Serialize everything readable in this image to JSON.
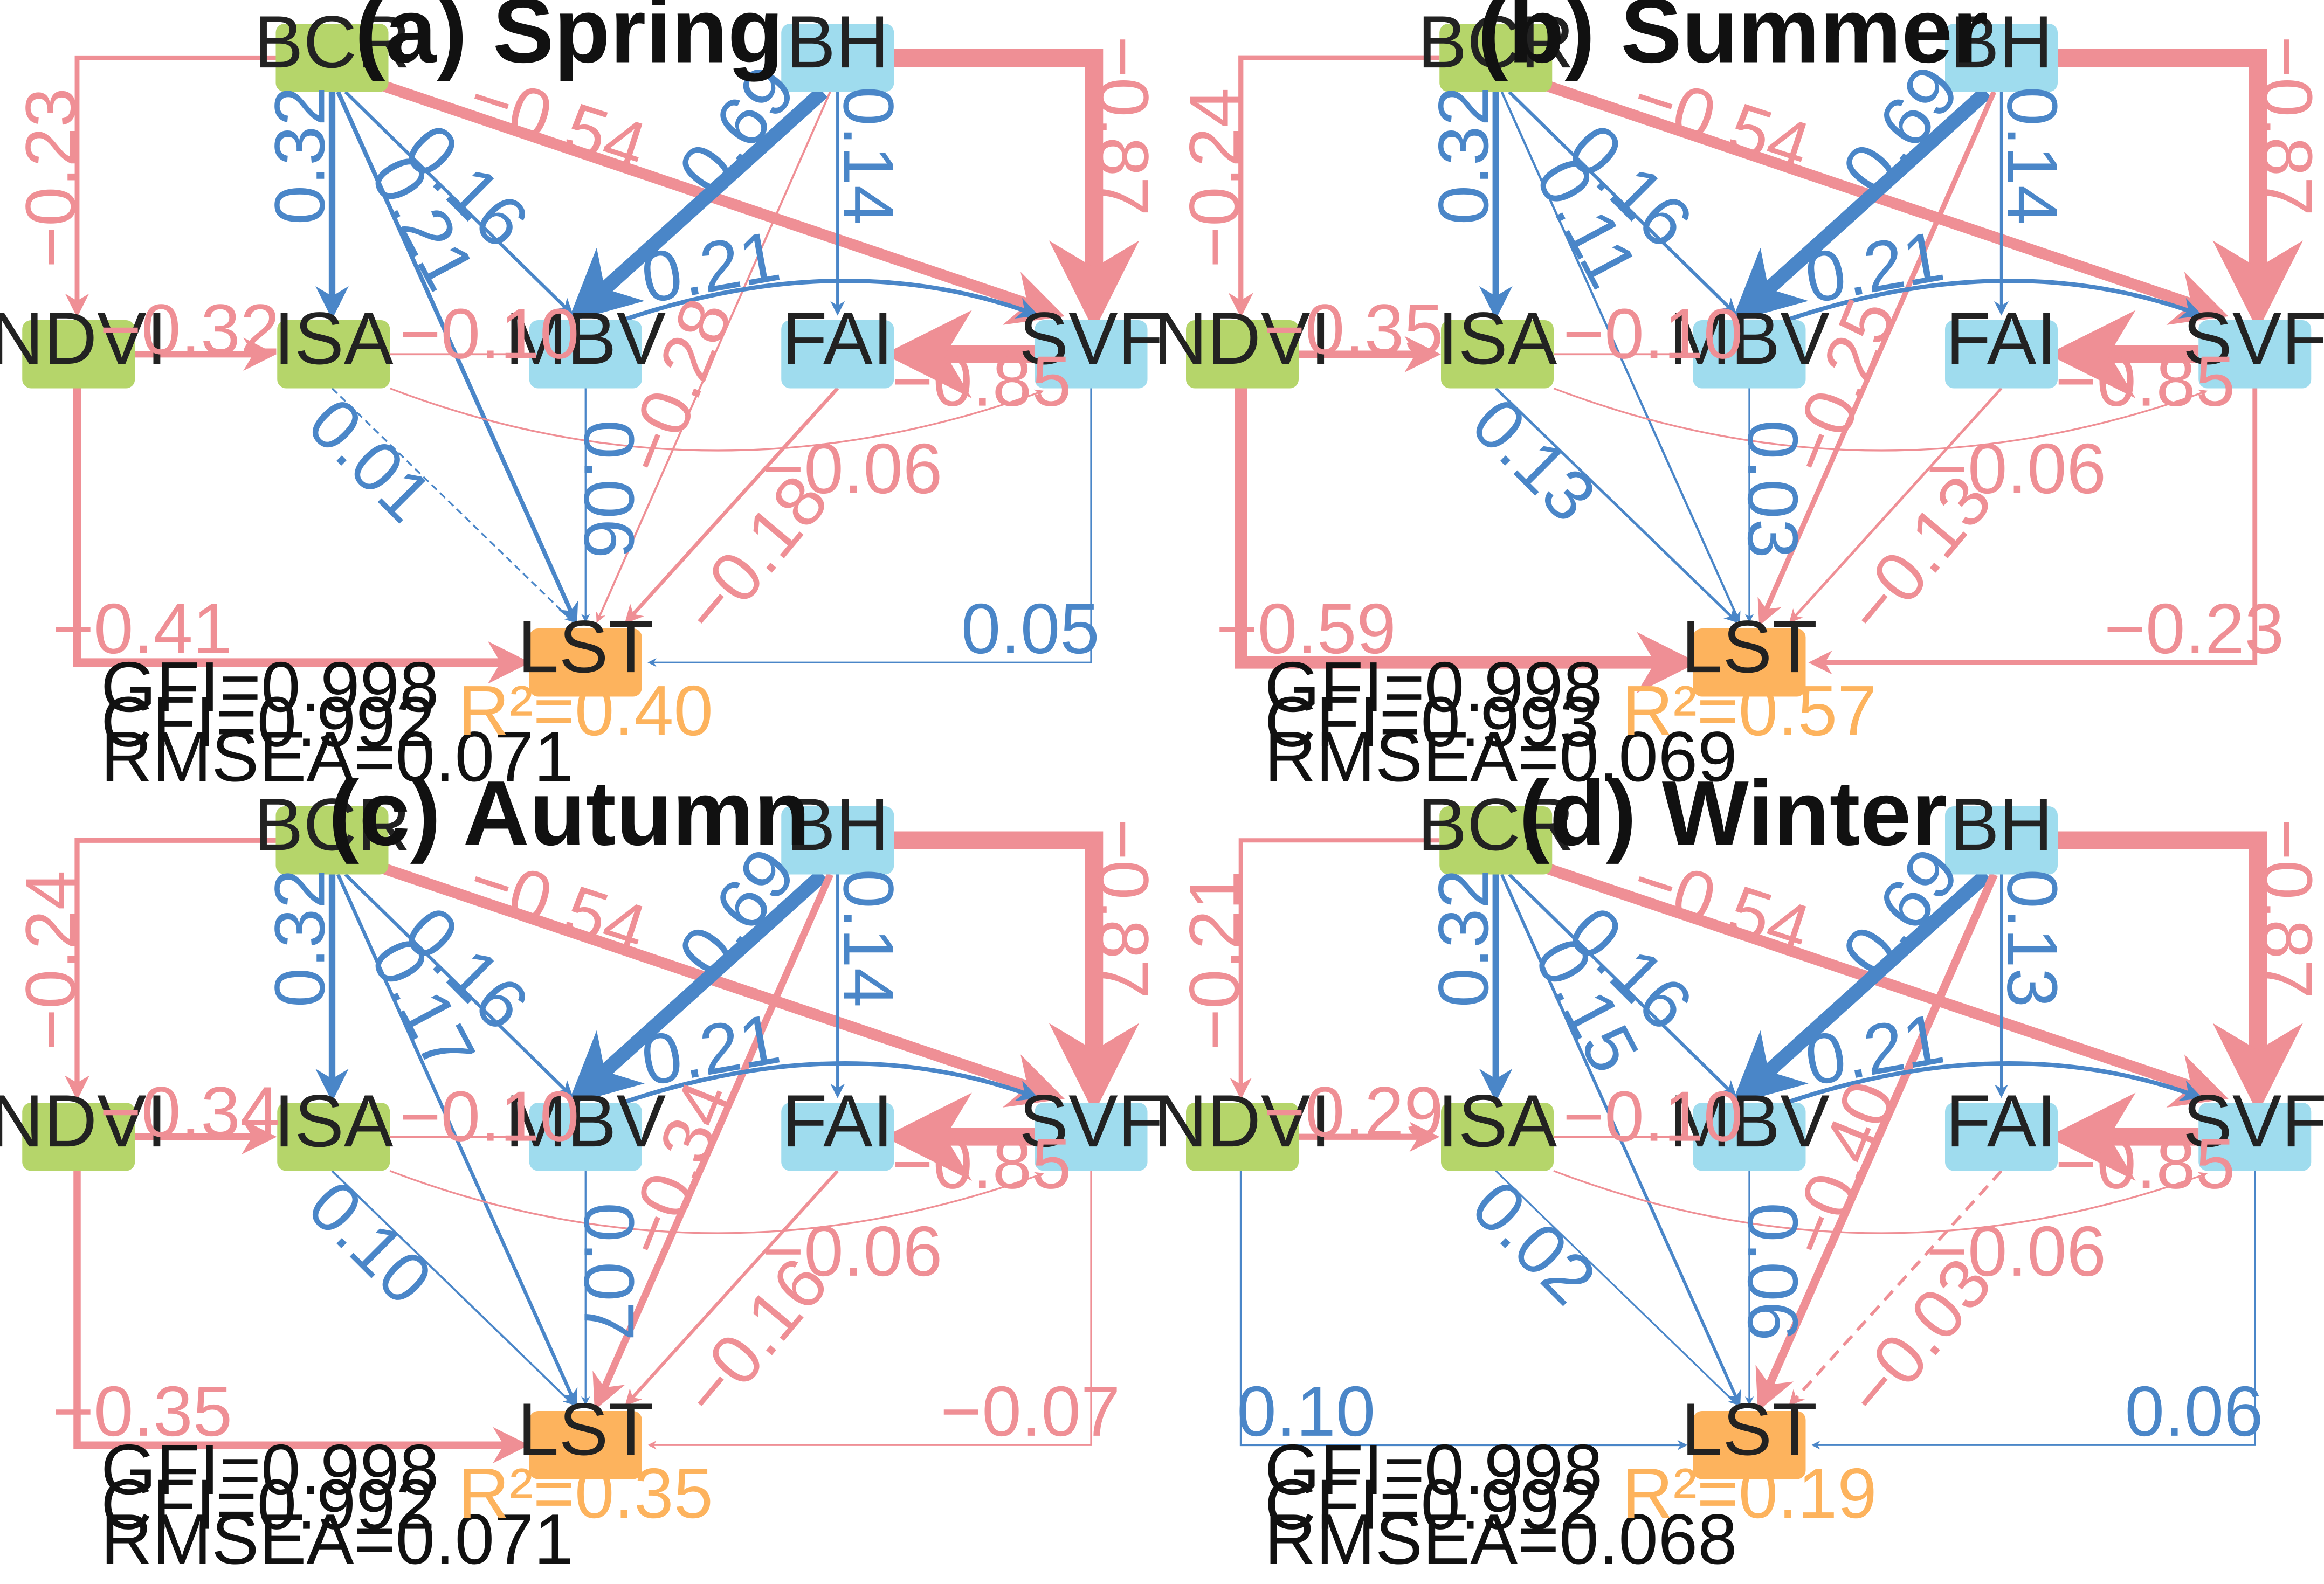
{
  "colors": {
    "green_node": "#b5d56a",
    "blue_node": "#9fdcee",
    "orange_node": "#fdb35d",
    "positive": "#4a86c8",
    "negative": "#ef8f95"
  },
  "panels": [
    {
      "title": "(a) Spring",
      "fit": {
        "gfi": "GFI=0.998",
        "cfi": "CFI=0.992",
        "rmsea": "RMSEA=0.071"
      },
      "r2": "R²=0.40",
      "nodes": {
        "BCR": "BCR",
        "BH": "BH",
        "NDVI": "NDVI",
        "ISA": "ISA",
        "MBV": "MBV",
        "FAI": "FAI",
        "SVF": "SVF",
        "LST": "LST"
      },
      "paths": [
        {
          "id": "ndvi_isa",
          "label": "−0.32",
          "sign": "neg",
          "weight": 0.32
        },
        {
          "id": "bcr_ndvi",
          "label": "−0.23",
          "sign": "neg",
          "weight": 0.23
        },
        {
          "id": "bcr_isa",
          "label": "0.32",
          "sign": "pos",
          "weight": 0.32
        },
        {
          "id": "bcr_lst",
          "label": "0.21",
          "sign": "pos",
          "weight": 0.21
        },
        {
          "id": "bcr_mbv",
          "label": "0.16",
          "sign": "pos",
          "weight": 0.16
        },
        {
          "id": "bcr_svf",
          "label": "−0.54",
          "sign": "neg",
          "weight": 0.54
        },
        {
          "id": "bh_mbv",
          "label": "0.69",
          "sign": "pos",
          "weight": 0.69
        },
        {
          "id": "bh_fai",
          "label": "0.14",
          "sign": "pos",
          "weight": 0.14
        },
        {
          "id": "bh_svf",
          "label": "−0.87",
          "sign": "neg",
          "weight": 0.87
        },
        {
          "id": "bh_lst",
          "label": "−0.28",
          "sign": "neg",
          "weight": 0.1
        },
        {
          "id": "isa_mbv",
          "label": "−0.10",
          "sign": "neg",
          "weight": 0.1
        },
        {
          "id": "isa_svf",
          "label": "−0.06",
          "sign": "neg",
          "weight": 0.06
        },
        {
          "id": "isa_lst",
          "label": "0.01",
          "sign": "pos",
          "weight": 0.06,
          "dashed": true
        },
        {
          "id": "mbv_svf",
          "label": "0.21",
          "sign": "pos",
          "weight": 0.21
        },
        {
          "id": "mbv_lst",
          "label": "0.06",
          "sign": "pos",
          "weight": 0.06
        },
        {
          "id": "svf_fai",
          "label": "−0.85",
          "sign": "neg",
          "weight": 0.85
        },
        {
          "id": "fai_lst",
          "label": "−0.18",
          "sign": "neg",
          "weight": 0.18
        },
        {
          "id": "svf_lst",
          "label": "0.05",
          "sign": "pos",
          "weight": 0.05
        },
        {
          "id": "ndvi_lst",
          "label": "−0.41",
          "sign": "neg",
          "weight": 0.41
        }
      ]
    },
    {
      "title": "(b) Summer",
      "fit": {
        "gfi": "GFI=0.998",
        "cfi": "CFI=0.993",
        "rmsea": "RMSEA=0.069"
      },
      "r2": "R²=0.57",
      "nodes": {
        "BCR": "BCR",
        "BH": "BH",
        "NDVI": "NDVI",
        "ISA": "ISA",
        "MBV": "MBV",
        "FAI": "FAI",
        "SVF": "SVF",
        "LST": "LST"
      },
      "paths": [
        {
          "id": "ndvi_isa",
          "label": "−0.35",
          "sign": "neg",
          "weight": 0.35
        },
        {
          "id": "bcr_ndvi",
          "label": "−0.24",
          "sign": "neg",
          "weight": 0.24
        },
        {
          "id": "bcr_isa",
          "label": "0.32",
          "sign": "pos",
          "weight": 0.32
        },
        {
          "id": "bcr_lst",
          "label": "0.11",
          "sign": "pos",
          "weight": 0.11
        },
        {
          "id": "bcr_mbv",
          "label": "0.16",
          "sign": "pos",
          "weight": 0.16
        },
        {
          "id": "bcr_svf",
          "label": "−0.54",
          "sign": "neg",
          "weight": 0.54
        },
        {
          "id": "bh_mbv",
          "label": "0.69",
          "sign": "pos",
          "weight": 0.69
        },
        {
          "id": "bh_fai",
          "label": "0.14",
          "sign": "pos",
          "weight": 0.14
        },
        {
          "id": "bh_svf",
          "label": "−0.87",
          "sign": "neg",
          "weight": 0.87
        },
        {
          "id": "bh_lst",
          "label": "−0.25",
          "sign": "neg",
          "weight": 0.25
        },
        {
          "id": "isa_mbv",
          "label": "−0.10",
          "sign": "neg",
          "weight": 0.1
        },
        {
          "id": "isa_svf",
          "label": "−0.06",
          "sign": "neg",
          "weight": 0.06
        },
        {
          "id": "isa_lst",
          "label": "0.13",
          "sign": "pos",
          "weight": 0.13
        },
        {
          "id": "mbv_svf",
          "label": "0.21",
          "sign": "pos",
          "weight": 0.21
        },
        {
          "id": "mbv_lst",
          "label": "0.03",
          "sign": "pos",
          "weight": 0.03
        },
        {
          "id": "svf_fai",
          "label": "−0.85",
          "sign": "neg",
          "weight": 0.85
        },
        {
          "id": "fai_lst",
          "label": "−0.13",
          "sign": "neg",
          "weight": 0.13
        },
        {
          "id": "svf_lst",
          "label": "−0.23",
          "sign": "neg",
          "weight": 0.23
        },
        {
          "id": "ndvi_lst",
          "label": "−0.59",
          "sign": "neg",
          "weight": 0.59
        }
      ]
    },
    {
      "title": "(c) Autumn",
      "fit": {
        "gfi": "GFI=0.998",
        "cfi": "CFI=0.992",
        "rmsea": "RMSEA=0.071"
      },
      "r2": "R²=0.35",
      "nodes": {
        "BCR": "BCR",
        "BH": "BH",
        "NDVI": "NDVI",
        "ISA": "ISA",
        "MBV": "MBV",
        "FAI": "FAI",
        "SVF": "SVF",
        "LST": "LST"
      },
      "paths": [
        {
          "id": "ndvi_isa",
          "label": "−0.34",
          "sign": "neg",
          "weight": 0.34
        },
        {
          "id": "bcr_ndvi",
          "label": "−0.24",
          "sign": "neg",
          "weight": 0.24
        },
        {
          "id": "bcr_isa",
          "label": "0.32",
          "sign": "pos",
          "weight": 0.32
        },
        {
          "id": "bcr_lst",
          "label": "0.17",
          "sign": "pos",
          "weight": 0.17
        },
        {
          "id": "bcr_mbv",
          "label": "0.16",
          "sign": "pos",
          "weight": 0.16
        },
        {
          "id": "bcr_svf",
          "label": "−0.54",
          "sign": "neg",
          "weight": 0.54
        },
        {
          "id": "bh_mbv",
          "label": "0.69",
          "sign": "pos",
          "weight": 0.69
        },
        {
          "id": "bh_fai",
          "label": "0.14",
          "sign": "pos",
          "weight": 0.14
        },
        {
          "id": "bh_svf",
          "label": "−0.87",
          "sign": "neg",
          "weight": 0.87
        },
        {
          "id": "bh_lst",
          "label": "−0.34",
          "sign": "neg",
          "weight": 0.34
        },
        {
          "id": "isa_mbv",
          "label": "−0.10",
          "sign": "neg",
          "weight": 0.1
        },
        {
          "id": "isa_svf",
          "label": "−0.06",
          "sign": "neg",
          "weight": 0.06
        },
        {
          "id": "isa_lst",
          "label": "0.10",
          "sign": "pos",
          "weight": 0.1
        },
        {
          "id": "mbv_svf",
          "label": "0.21",
          "sign": "pos",
          "weight": 0.21
        },
        {
          "id": "mbv_lst",
          "label": "0.07",
          "sign": "pos",
          "weight": 0.07
        },
        {
          "id": "svf_fai",
          "label": "−0.85",
          "sign": "neg",
          "weight": 0.85
        },
        {
          "id": "fai_lst",
          "label": "−0.16",
          "sign": "neg",
          "weight": 0.16
        },
        {
          "id": "svf_lst",
          "label": "−0.07",
          "sign": "neg",
          "weight": 0.07
        },
        {
          "id": "ndvi_lst",
          "label": "−0.35",
          "sign": "neg",
          "weight": 0.35
        }
      ]
    },
    {
      "title": "(d) Winter",
      "fit": {
        "gfi": "GFI=0.998",
        "cfi": "CFI=0.992",
        "rmsea": "RMSEA=0.068"
      },
      "r2": "R²=0.19",
      "nodes": {
        "BCR": "BCR",
        "BH": "BH",
        "NDVI": "NDVI",
        "ISA": "ISA",
        "MBV": "MBV",
        "FAI": "FAI",
        "SVF": "SVF",
        "LST": "LST"
      },
      "paths": [
        {
          "id": "ndvi_isa",
          "label": "−0.29",
          "sign": "neg",
          "weight": 0.29
        },
        {
          "id": "bcr_ndvi",
          "label": "−0.21",
          "sign": "neg",
          "weight": 0.21
        },
        {
          "id": "bcr_isa",
          "label": "0.32",
          "sign": "pos",
          "weight": 0.32
        },
        {
          "id": "bcr_lst",
          "label": "0.15",
          "sign": "pos",
          "weight": 0.15
        },
        {
          "id": "bcr_mbv",
          "label": "0.16",
          "sign": "pos",
          "weight": 0.16
        },
        {
          "id": "bcr_svf",
          "label": "−0.54",
          "sign": "neg",
          "weight": 0.54
        },
        {
          "id": "bh_mbv",
          "label": "0.69",
          "sign": "pos",
          "weight": 0.69
        },
        {
          "id": "bh_fai",
          "label": "0.13",
          "sign": "pos",
          "weight": 0.13
        },
        {
          "id": "bh_svf",
          "label": "−0.87",
          "sign": "neg",
          "weight": 0.87
        },
        {
          "id": "bh_lst",
          "label": "−0.40",
          "sign": "neg",
          "weight": 0.4
        },
        {
          "id": "isa_mbv",
          "label": "−0.10",
          "sign": "neg",
          "weight": 0.1
        },
        {
          "id": "isa_svf",
          "label": "−0.06",
          "sign": "neg",
          "weight": 0.06
        },
        {
          "id": "isa_lst",
          "label": "0.02",
          "sign": "pos",
          "weight": 0.04
        },
        {
          "id": "mbv_svf",
          "label": "0.21",
          "sign": "pos",
          "weight": 0.21
        },
        {
          "id": "mbv_lst",
          "label": "0.06",
          "sign": "pos",
          "weight": 0.06
        },
        {
          "id": "svf_fai",
          "label": "−0.85",
          "sign": "neg",
          "weight": 0.85
        },
        {
          "id": "fai_lst",
          "label": "−0.03",
          "sign": "neg",
          "weight": 0.15,
          "dashed": true
        },
        {
          "id": "svf_lst",
          "label": "0.06",
          "sign": "pos",
          "weight": 0.06
        },
        {
          "id": "ndvi_lst",
          "label": "0.10",
          "sign": "pos",
          "weight": 0.1
        }
      ]
    }
  ]
}
